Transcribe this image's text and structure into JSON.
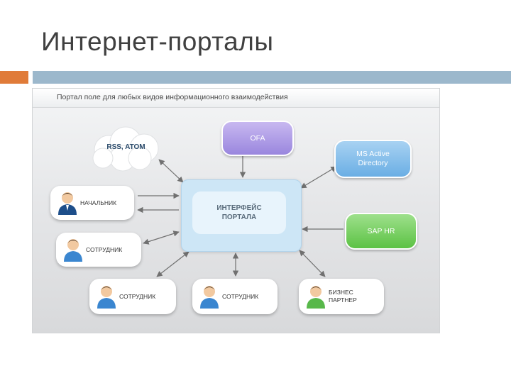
{
  "slide": {
    "title": "Интернет-порталы"
  },
  "figure": {
    "header": "Портал   поле для любых видов информационного взаимодействия",
    "cloud_label": "RSS, ATOM",
    "ofa_label": "OFA",
    "ms_ad_label": "MS Active\nDirectory",
    "sap_label": "SAP HR",
    "center_label": "ИНТЕРФЕЙС\nПОРТАЛА",
    "persons": [
      {
        "label": "НАЧАЛЬНИК",
        "color": "#1d4e8a"
      },
      {
        "label": "СОТРУДНИК",
        "color": "#3a86d0"
      },
      {
        "label": "СОТРУДНИК",
        "color": "#3a86d0"
      },
      {
        "label": "СОТРУДНИК",
        "color": "#3a86d0"
      },
      {
        "label": "БИЗНЕС\nПАРТНЕР",
        "color": "#58b84a"
      }
    ]
  },
  "colors": {
    "accent_orange": "#e07b39",
    "accent_blue": "#9cb8cc",
    "arrow": "#707070"
  }
}
